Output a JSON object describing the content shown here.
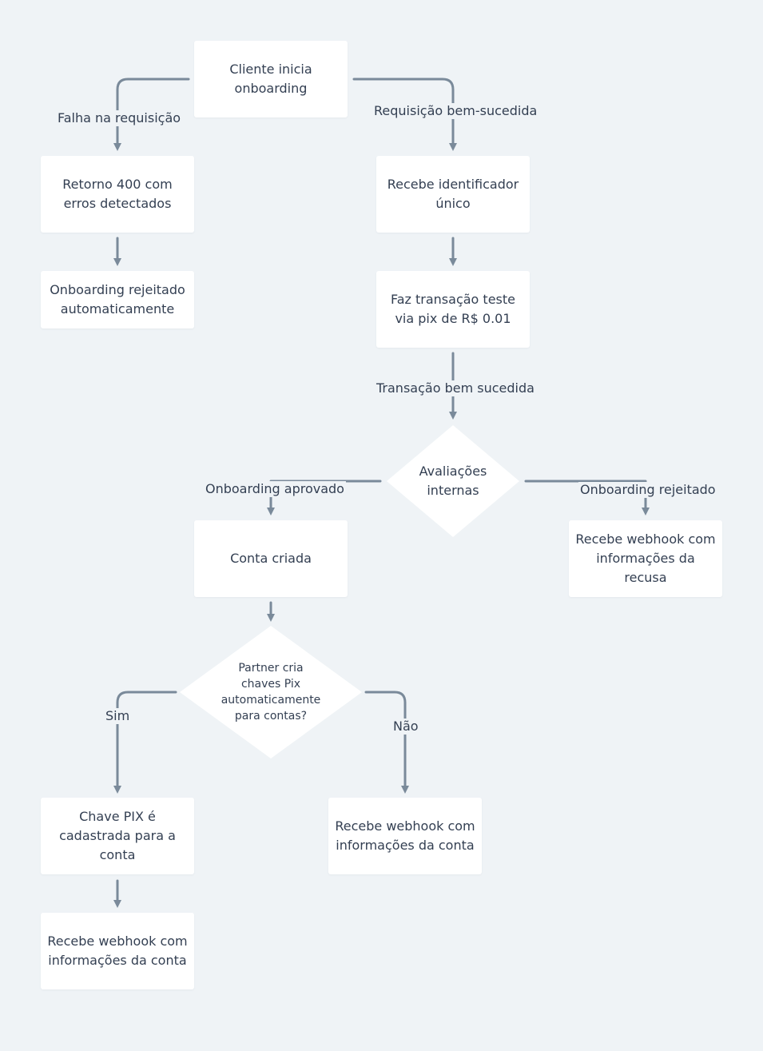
{
  "colors": {
    "background": "#eff3f6",
    "node": "#ffffff",
    "connector": "#7a8a9a",
    "text": "#333f52"
  },
  "nodes": {
    "start": "Cliente inicia\nonboarding",
    "retorno400": "Retorno 400 com\nerros detectados",
    "rejeitado_auto": "Onboarding rejeitado\nautomaticamente",
    "identificador": "Recebe identificador\núnico",
    "transacao_teste": "Faz transação teste\nvia pix de R$ 0.01",
    "conta_criada": "Conta criada",
    "webhook_recusa": "Recebe webhook com\ninformações da\nrecusa",
    "chave_pix": "Chave PIX é\ncadastrada para a\nconta",
    "webhook_conta_nao": "Recebe webhook com\ninformações da conta",
    "webhook_conta_sim": "Recebe webhook com\ninformações da conta"
  },
  "decisions": {
    "avaliacoes": "Avaliações\ninternas",
    "partner_pix": "Partner cria\nchaves Pix\nautomaticamente\npara contas?"
  },
  "edge_labels": {
    "falha": "Falha na requisição",
    "sucesso": "Requisição bem-sucedida",
    "transacao_ok": "Transação bem sucedida",
    "aprovado": "Onboarding aprovado",
    "rejeitado": "Onboarding rejeitado",
    "sim": "Sim",
    "nao": "Não"
  }
}
